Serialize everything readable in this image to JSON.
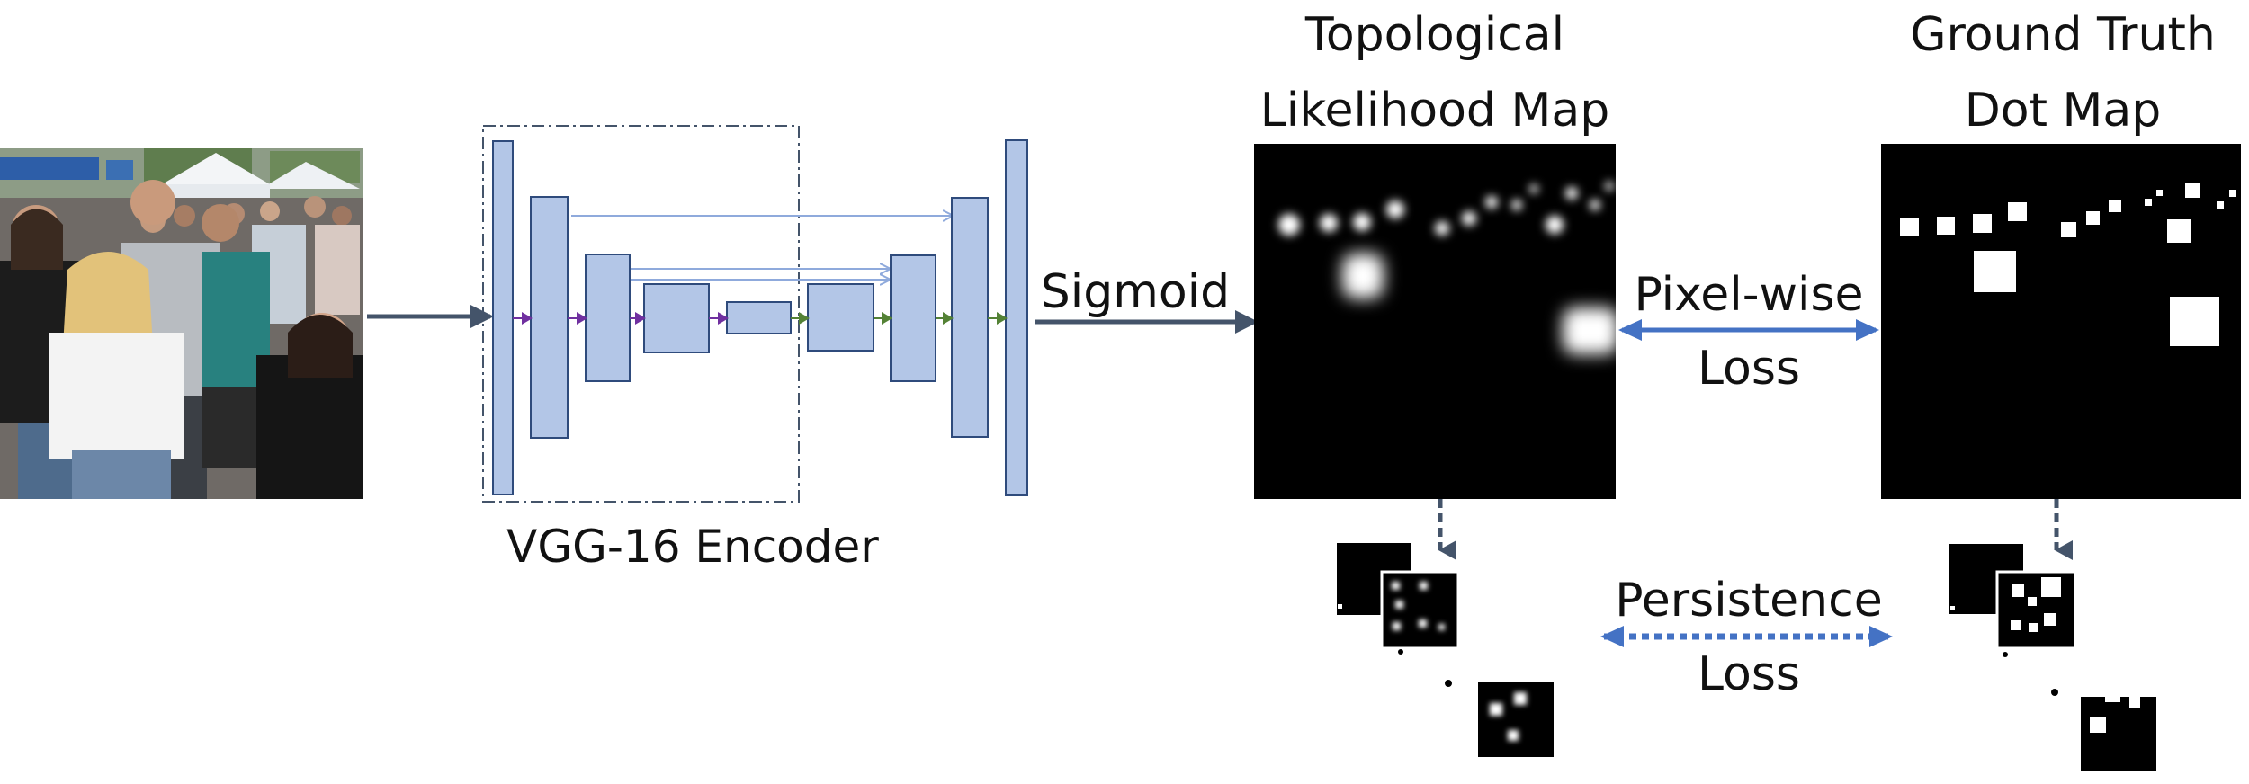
{
  "diagram": {
    "encoder_label": "VGG-16 Encoder",
    "sigmoid_label": "Sigmoid",
    "likelihood_title_line1": "Topological",
    "likelihood_title_line2": "Likelihood Map",
    "gt_title_line1": "Ground Truth",
    "gt_title_line2": "Dot Map",
    "pixel_loss_line1": "Pixel-wise",
    "pixel_loss_line2": "Loss",
    "persistence_loss_line1": "Persistence",
    "persistence_loss_line2": "Loss"
  },
  "colors": {
    "block_fill": "#b3c6e7",
    "block_stroke": "#2f4b7c",
    "main_arrow": "#44546a",
    "loss_arrow": "#4472c4",
    "skip_arrow": "#8faadc",
    "encoder_arrow": "#7030a0",
    "decoder_arrow": "#548235"
  }
}
